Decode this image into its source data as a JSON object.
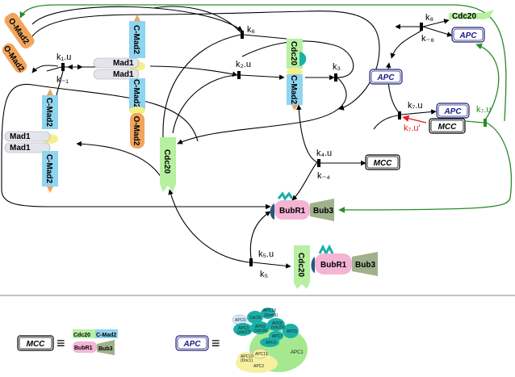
{
  "species": {
    "omad2": "O-Mad2",
    "cmad2": "C-Mad2",
    "mad1": "Mad1",
    "cdc20": "Cdc20",
    "apc": "APC",
    "mcc": "MCC",
    "bubr1": "BubR1",
    "bub3": "Bub3"
  },
  "rates": {
    "k1": "k₁.u",
    "km1": "k₋₁",
    "k2": "k₂.u",
    "k3": "k₃",
    "k4": "k₄.u",
    "km4": "k₋₄",
    "k5": "k₅.u",
    "km5": "k₅",
    "k6": "k₆",
    "k7": "k₇.u",
    "k7p_red": "k₇.u'",
    "k7p_green": "k₇.u'",
    "k8": "k₈",
    "km8": "k₋₈"
  },
  "legend": {
    "equals": "≡",
    "apc_subunits": {
      "apc9": "APC9",
      "cdc26": "Cdc26",
      "apc13": "APC13",
      "swm1": "(Swm1)",
      "apc8": "APC8",
      "cdc23": "(cdc23)",
      "apc6": "APC6",
      "cdc16": "(cdc16)",
      "apc3": "APC3",
      "cdc27": "(cdc27)",
      "apc7": "APC7",
      "apc5": "APC5",
      "apc4": "APC4",
      "apc1": "APC1",
      "apc11": "APC11",
      "apc10": "APC10",
      "doc1": "(Doc1)",
      "apc2": "APC2"
    }
  },
  "colors": {
    "cmad2": "#8fd4f0",
    "omad2": "#f0a45c",
    "mad1": "#e2e2ea",
    "cdc20": "#b6f0a0",
    "bubr1": "#f4b4d4",
    "bub3": "#7f9a6a",
    "apc_border": "#202080",
    "green_arrow": "#2a8a2a",
    "red_arrow": "#e02020",
    "teal": "#1ab0a8"
  }
}
